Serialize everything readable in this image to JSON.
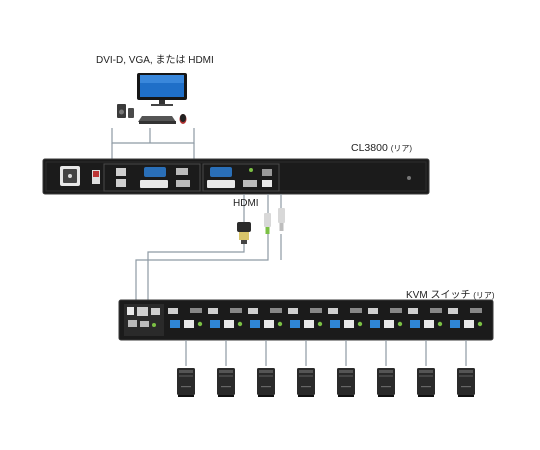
{
  "labels": {
    "monitor_caption": "DVI-D, VGA, または HDMI",
    "cl3800_caption": "CL3800",
    "cl3800_suffix": "(リア)",
    "hdmi_caption": "HDMI",
    "kvm_caption": "KVM スイッチ",
    "kvm_suffix": "(リア)"
  },
  "counts": {
    "computers": 8
  },
  "colors": {
    "panel": "#1b1b1b",
    "panel_edge": "#3a3a3a",
    "cable": "#8e9aa4",
    "vga_blue": "#2a6fb8",
    "usb_blue": "#2f86d6",
    "audio_green": "#7bc043",
    "audio_pink": "#e06a9a",
    "tower": "#2a2a2a"
  }
}
